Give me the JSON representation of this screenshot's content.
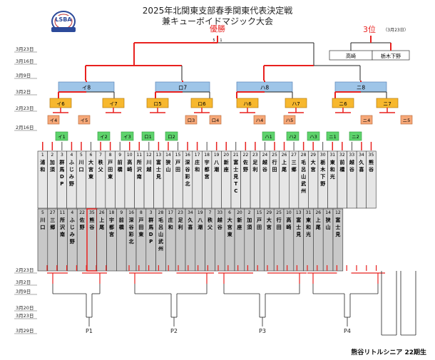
{
  "header": {
    "title_line1": "2025年北関東支部春季関東代表決定戦",
    "title_line2": "兼キューボイドマジック大会",
    "winner_label": "優勝",
    "third_label": "3位",
    "third_date": "（3月23日）",
    "logo_text": "LSBA"
  },
  "dates_top": [
    "3月23日",
    "3月16日",
    "3月9日",
    "3月2日",
    "2月23日",
    "2月16日"
  ],
  "dates_bottom": [
    "2月23日",
    "3月2日",
    "3月9日",
    "3月20日",
    "3月23日",
    "3月29日"
  ],
  "third_place_teams": [
    "高崎",
    "栃木下野"
  ],
  "top_teams": [
    {
      "no": "1",
      "name": "浦和"
    },
    {
      "no": "2",
      "name": "加須"
    },
    {
      "no": "3",
      "name": "群馬DP"
    },
    {
      "no": "4",
      "name": "ふじみ野"
    },
    {
      "no": "5",
      "name": "川口"
    },
    {
      "no": "6",
      "name": "大宮東"
    },
    {
      "no": "7",
      "name": "秩父"
    },
    {
      "no": "8",
      "name": "戸田東"
    },
    {
      "no": "9",
      "name": "前橋"
    },
    {
      "no": "10",
      "name": "高崎"
    },
    {
      "no": "11",
      "name": "所沢南"
    },
    {
      "no": "12",
      "name": "川越"
    },
    {
      "no": "13",
      "name": "富士見"
    },
    {
      "no": "14",
      "name": "狭山"
    },
    {
      "no": "15",
      "name": "戸田"
    },
    {
      "no": "16",
      "name": "深谷彩北"
    },
    {
      "no": "17",
      "name": "庄和"
    },
    {
      "no": "18",
      "name": "宇都宮"
    },
    {
      "no": "19",
      "name": "八潮"
    },
    {
      "no": "20",
      "name": "新座"
    },
    {
      "no": "21",
      "name": "富士見TC"
    },
    {
      "no": "22",
      "name": "佐野"
    },
    {
      "no": "23",
      "name": "足利"
    },
    {
      "no": "24",
      "name": "越谷"
    },
    {
      "no": "25",
      "name": "行田"
    },
    {
      "no": "26",
      "name": "上尾"
    },
    {
      "no": "27",
      "name": "三郷"
    },
    {
      "no": "28",
      "name": "毛呂山武州"
    },
    {
      "no": "29",
      "name": "大宮"
    },
    {
      "no": "30",
      "name": "栃木下野"
    },
    {
      "no": "31",
      "name": "東和光"
    },
    {
      "no": "32",
      "name": "前橋"
    },
    {
      "no": "33",
      "name": "越谷"
    },
    {
      "no": "34",
      "name": "久喜"
    },
    {
      "no": "35",
      "name": "熊谷"
    }
  ],
  "bottom_teams": [
    {
      "no": "5",
      "name": "川口"
    },
    {
      "no": "27",
      "name": "三郷"
    },
    {
      "no": "11",
      "name": "所沢南"
    },
    {
      "no": "4",
      "name": "ふじみ野"
    },
    {
      "no": "22",
      "name": "佐野"
    },
    {
      "no": "35",
      "name": "熊谷"
    },
    {
      "no": "26",
      "name": "上尾"
    },
    {
      "no": "18",
      "name": "宇都宮"
    },
    {
      "no": "9",
      "name": "前橋"
    },
    {
      "no": "16",
      "name": "深谷彩北"
    },
    {
      "no": "8",
      "name": "戸田東"
    },
    {
      "no": "3",
      "name": "群馬DP"
    },
    {
      "no": "28",
      "name": "毛呂山武州"
    },
    {
      "no": "17",
      "name": "庄和"
    },
    {
      "no": "23",
      "name": "足利"
    },
    {
      "no": "34",
      "name": "久喜"
    },
    {
      "no": "19",
      "name": "八潮"
    },
    {
      "no": "7",
      "name": "秩父"
    },
    {
      "no": "33",
      "name": "越谷"
    },
    {
      "no": "6",
      "name": "大宮東"
    },
    {
      "no": "20",
      "name": "新座"
    },
    {
      "no": "2",
      "name": "加須"
    },
    {
      "no": "15",
      "name": "戸田"
    },
    {
      "no": "29",
      "name": "大宮"
    },
    {
      "no": "25",
      "name": "行田"
    },
    {
      "no": "10",
      "name": "高崎"
    },
    {
      "no": "13",
      "name": "富士見"
    },
    {
      "no": "31",
      "name": "東和光"
    },
    {
      "no": "26",
      "name": "上尾"
    },
    {
      "no": "14",
      "name": "狭山"
    },
    {
      "no": "12",
      "name": "富士見"
    }
  ],
  "match_labels": {
    "final": [
      "イ8",
      "ロ7",
      "ハ8",
      "ニ8"
    ],
    "sf": [
      "イ6",
      "イ7",
      "ロ5",
      "ロ6",
      "ハ6",
      "ハ7",
      "ニ6",
      "ニ7"
    ],
    "r2_orange": [
      "イ4",
      "イ5",
      "ロ3",
      "ロ4",
      "ハ4",
      "ハ5",
      "ニ4",
      "ニ5"
    ],
    "r1_green": [
      "イ1",
      "イ2",
      "イ3",
      "ロ1",
      "ロ2",
      "ハ1",
      "ハ2",
      "ハ3",
      "ニ1",
      "ニ2"
    ]
  },
  "pools": [
    "P1",
    "P2",
    "P3",
    "P4"
  ],
  "footer": "熊谷リトルシニア 22期生",
  "colors": {
    "win_line": "#e8211f",
    "line": "#222222",
    "final_box": "#9ec5e8",
    "sf_box": "#f7b82e",
    "r2_box": "#f6a878",
    "r1_box": "#5ed36c",
    "team_box_top": "#e6e6e6",
    "team_box_bottom": "#c8c8c8"
  }
}
